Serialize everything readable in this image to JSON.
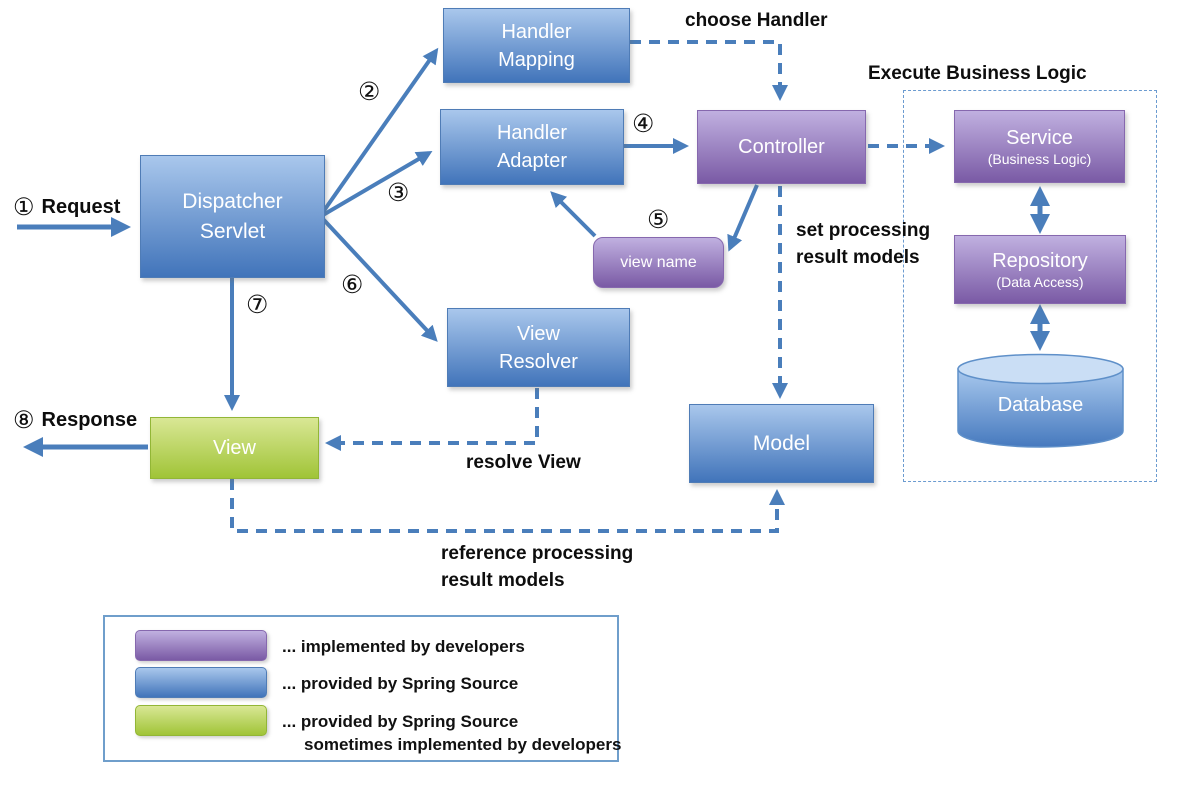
{
  "nodes": {
    "dispatcher_servlet": {
      "line1": "Dispatcher",
      "line2": "Servlet"
    },
    "handler_mapping": {
      "line1": "Handler",
      "line2": "Mapping"
    },
    "handler_adapter": {
      "line1": "Handler",
      "line2": "Adapter"
    },
    "controller": {
      "label": "Controller"
    },
    "view_name": {
      "label": "view name"
    },
    "view_resolver": {
      "line1": "View",
      "line2": "Resolver"
    },
    "view": {
      "label": "View"
    },
    "model": {
      "label": "Model"
    },
    "service": {
      "title": "Service",
      "subtitle": "(Business Logic)"
    },
    "repository": {
      "title": "Repository",
      "subtitle": "(Data Access)"
    },
    "database": {
      "label": "Database"
    }
  },
  "steps": {
    "s1": "①",
    "s2": "②",
    "s3": "③",
    "s4": "④",
    "s5": "⑤",
    "s6": "⑥",
    "s7": "⑦",
    "s8": "⑧"
  },
  "labels": {
    "request": "Request",
    "response": "Response",
    "choose_handler": "choose Handler",
    "execute_business_logic": "Execute Business Logic",
    "set_processing_1": "set processing",
    "set_processing_2": "result models",
    "resolve_view": "resolve View",
    "reference_1": "reference processing",
    "reference_2": "result models"
  },
  "legend": {
    "items": [
      {
        "swatch": "purple",
        "label": "... implemented by developers"
      },
      {
        "swatch": "blue",
        "label": "... provided by Spring Source"
      },
      {
        "swatch": "green",
        "label": "... provided by Spring Source",
        "label2": "sometimes implemented by developers"
      }
    ]
  },
  "colors": {
    "arrow": "#4a7ebb",
    "blue_top": "#a9c7ec",
    "blue_bottom": "#4174ba",
    "purple_top": "#c0b0e0",
    "purple_bottom": "#7a5aa5",
    "green_top": "#d9e795",
    "green_bottom": "#a0c437",
    "dashed_container_border": "#6b9bd0",
    "legend_border": "#6f9ecb"
  }
}
